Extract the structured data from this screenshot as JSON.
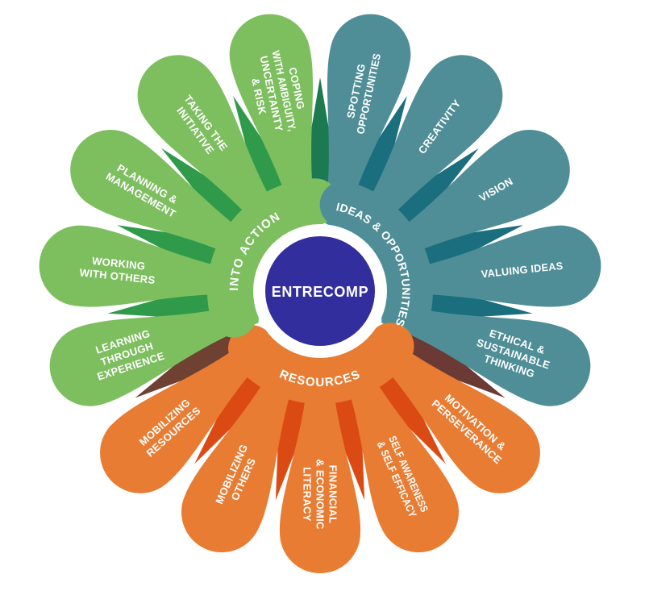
{
  "background_color": "#ffffff",
  "center": {
    "label": "ENTRECOMP",
    "circle_color": "#322e9d",
    "ring_color": "#ffffff",
    "text_color": "#ffffff"
  },
  "ring": {
    "sections": [
      {
        "id": "ideas",
        "label": "IDEAS & OPPORTUNITIES",
        "color": "#4f8e97",
        "shadow_color": "#1a6e7d"
      },
      {
        "id": "resources",
        "label": "RESOURCES",
        "color": "#e87c33",
        "shadow_color": "#dc4a13"
      },
      {
        "id": "action",
        "label": "INTO ACTION",
        "color": "#7dbe5f",
        "shadow_color": "#2f9b4a"
      }
    ]
  },
  "boundary_shadow_colors": {
    "action_to_ideas": "#1b7a50",
    "ideas_to_resources": "#6b3a34",
    "resources_to_action": "#6e4132"
  },
  "petals": [
    {
      "section": "ideas",
      "label": "SPOTTING OPPORTUNITIES",
      "lines": [
        "SPOTTING",
        "OPPORTUNITIES"
      ]
    },
    {
      "section": "ideas",
      "label": "CREATIVITY",
      "lines": [
        "CREATIVITY"
      ]
    },
    {
      "section": "ideas",
      "label": "VISION",
      "lines": [
        "VISION"
      ]
    },
    {
      "section": "ideas",
      "label": "VALUING IDEAS",
      "lines": [
        "VALUING IDEAS"
      ]
    },
    {
      "section": "ideas",
      "label": "ETHICAL & SUSTAINABLE THINKING",
      "lines": [
        "ETHICAL &",
        "SUSTAINABLE",
        "THINKING"
      ]
    },
    {
      "section": "resources",
      "label": "MOTIVATION & PERSEVERANCE",
      "lines": [
        "MOTIVATION &",
        "PERSEVERANCE"
      ]
    },
    {
      "section": "resources",
      "label": "SELF AWARENESS & SELF EFFICACY",
      "lines": [
        "SELF AWARENESS",
        "& SELF EFFICACY"
      ]
    },
    {
      "section": "resources",
      "label": "FINANCIAL & ECONOMIC LITERACY",
      "lines": [
        "FINANCIAL",
        "& ECONOMIC",
        "LITERACY"
      ]
    },
    {
      "section": "resources",
      "label": "MOBILIZING OTHERS",
      "lines": [
        "MOBILIZING",
        "OTHERS"
      ]
    },
    {
      "section": "resources",
      "label": "MOBILIZING RESOURCES",
      "lines": [
        "MOBILIZING",
        "RESOURCES"
      ]
    },
    {
      "section": "action",
      "label": "LEARNING THROUGH EXPERIENCE",
      "lines": [
        "LEARNING",
        "THROUGH",
        "EXPERIENCE"
      ]
    },
    {
      "section": "action",
      "label": "WORKING WITH OTHERS",
      "lines": [
        "WORKING",
        "WITH OTHERS"
      ]
    },
    {
      "section": "action",
      "label": "PLANNING & MANAGEMENT",
      "lines": [
        "PLANNING &",
        "MANAGEMENT"
      ]
    },
    {
      "section": "action",
      "label": "TAKING THE INITIATIVE",
      "lines": [
        "TAKING THE",
        "INITIATIVE"
      ]
    },
    {
      "section": "action",
      "label": "COPING WITH AMBIGUITY, UNCERTAINTY & RISK",
      "lines": [
        "COPING",
        "WITH AMBIGUITY,",
        "UNCERTAINTY",
        "& RISK"
      ]
    }
  ]
}
